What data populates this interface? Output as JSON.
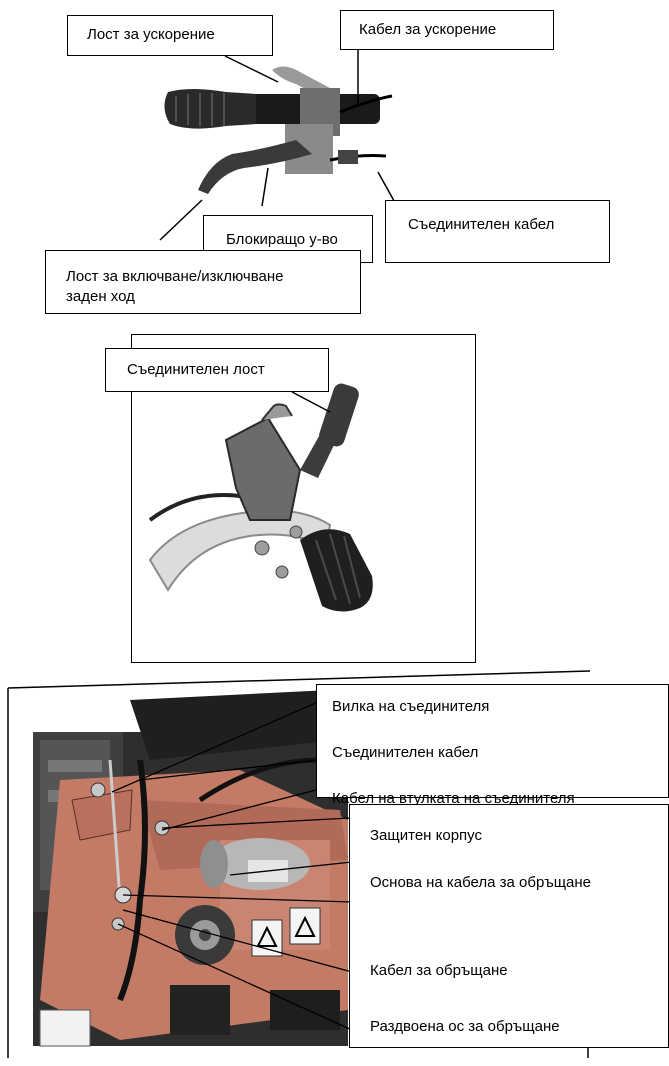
{
  "figure1": {
    "labels": {
      "throttle_lever": "Лост за ускорение",
      "throttle_cable": "Кабел за ускорение",
      "clutch_cable": "Съединителен кабел",
      "lock_device": "Блокиращо у-во",
      "reverse_lever_line1": "Лост за включване/изключване",
      "reverse_lever_line2": "заден ход"
    }
  },
  "figure2": {
    "labels": {
      "clutch_lever": "Съединителен лост"
    }
  },
  "figure3": {
    "labels": {
      "clutch_fork": "Вилка на съединителя",
      "clutch_cable": "Съединителен кабел",
      "clutch_sleeve_cable": "Кабел на втулката на съединителя",
      "protective_housing": "Защитен корпус",
      "reverse_cable_base": "Основа на кабела за обръщане",
      "reverse_cable": "Кабел за обръщане",
      "reverse_split_axle": "Раздвоена ос за обръщане"
    }
  }
}
